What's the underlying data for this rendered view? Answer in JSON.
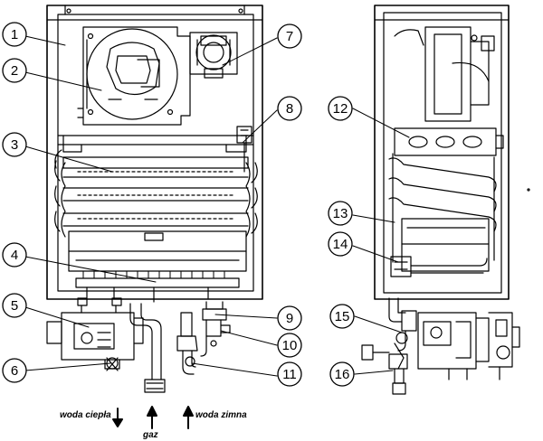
{
  "callouts": [
    {
      "id": "1",
      "label": "1"
    },
    {
      "id": "2",
      "label": "2"
    },
    {
      "id": "3",
      "label": "3"
    },
    {
      "id": "4",
      "label": "4"
    },
    {
      "id": "5",
      "label": "5"
    },
    {
      "id": "6",
      "label": "6"
    },
    {
      "id": "7",
      "label": "7"
    },
    {
      "id": "8",
      "label": "8"
    },
    {
      "id": "9",
      "label": "9"
    },
    {
      "id": "10",
      "label": "10"
    },
    {
      "id": "11",
      "label": "11"
    },
    {
      "id": "12",
      "label": "12"
    },
    {
      "id": "13",
      "label": "13"
    },
    {
      "id": "14",
      "label": "14"
    },
    {
      "id": "15",
      "label": "15"
    },
    {
      "id": "16",
      "label": "16"
    }
  ],
  "flows": {
    "hot_water": "woda ciepła",
    "gas": "gaz",
    "cold_water": "woda zimna"
  }
}
